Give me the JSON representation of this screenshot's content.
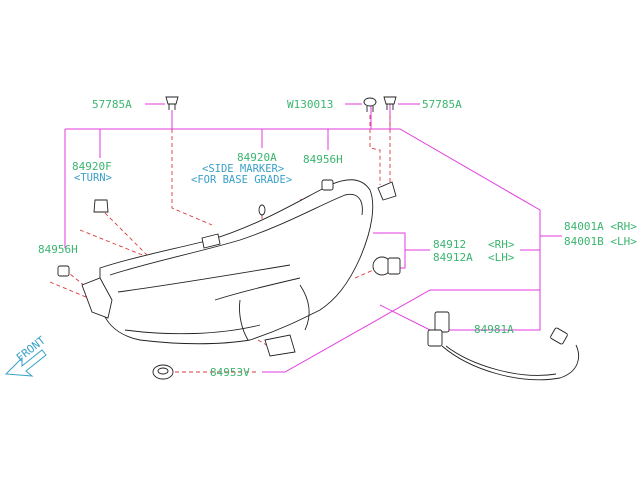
{
  "labels": {
    "clip_left": "57785A",
    "washer": "W130013",
    "clip_right": "57785A",
    "bulb_turn": "84920F",
    "bulb_turn_note": "<TURN>",
    "bulb_side": "84920A",
    "bulb_side_note1": "<SIDE MARKER>",
    "bulb_side_note2": "<FOR BASE GRADE>",
    "socket_upper": "84956H",
    "socket_lower": "84956H",
    "assy_rh": "84001A <RH>",
    "assy_lh": "84001B <LH>",
    "actuator_rh": "84912",
    "actuator_lh": "84912A",
    "actuator_rh_side": "<RH>",
    "actuator_lh_side": "<LH>",
    "harness": "84981A",
    "cap": "84953V",
    "front": "FRONT"
  },
  "colors": {
    "label_text": "#3bb56f",
    "note_text": "#3aa0c8",
    "leader_line": "#e23be0",
    "dashed_line": "#d93a3a",
    "part_outline": "#222222"
  }
}
